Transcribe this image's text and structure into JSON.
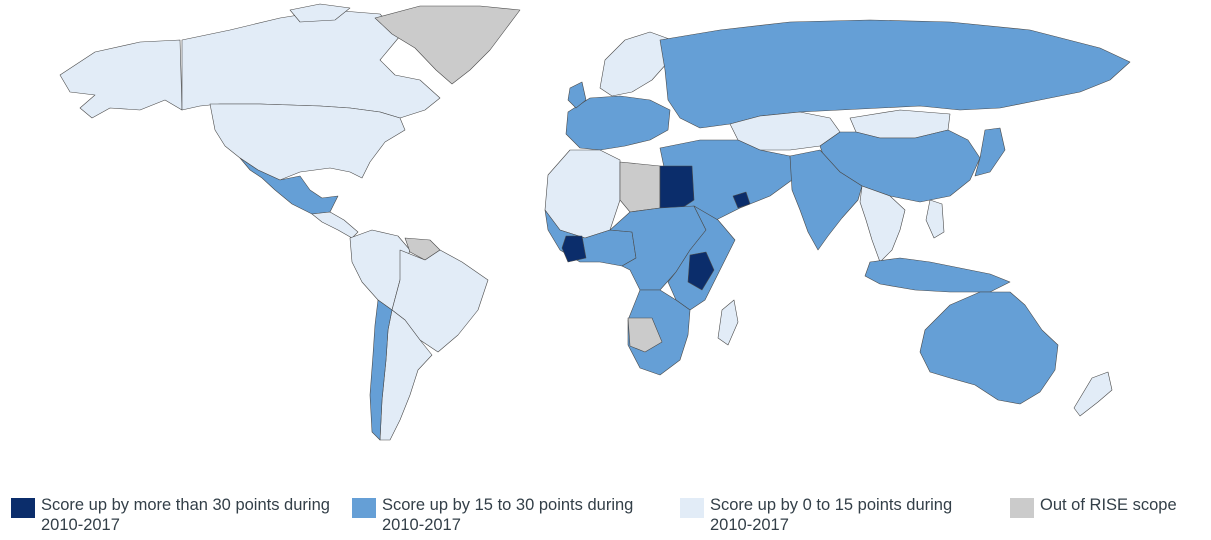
{
  "colors": {
    "high": "#0b2d6b",
    "mid": "#659fd6",
    "low": "#e2ecf7",
    "out": "#cbcbcb",
    "border": "#4a4a4a",
    "water": "#ffffff"
  },
  "legend": [
    {
      "key": "high",
      "text": "Score up by more than 30 points during 2010-2017"
    },
    {
      "key": "mid",
      "text": "Score up by 15 to 30 points during 2010-2017"
    },
    {
      "key": "low",
      "text": "Score up by 0 to 15 points during 2010-2017"
    },
    {
      "key": "out",
      "text": "Out of RISE scope"
    }
  ],
  "regions": [
    {
      "name": "alaska",
      "category": "low"
    },
    {
      "name": "canada",
      "category": "low"
    },
    {
      "name": "united-states",
      "category": "low"
    },
    {
      "name": "mexico",
      "category": "mid"
    },
    {
      "name": "central-america",
      "category": "low"
    },
    {
      "name": "greenland",
      "category": "out"
    },
    {
      "name": "brazil",
      "category": "low"
    },
    {
      "name": "andean-south-america",
      "category": "low"
    },
    {
      "name": "chile",
      "category": "mid"
    },
    {
      "name": "argentina",
      "category": "low"
    },
    {
      "name": "guianas",
      "category": "out"
    },
    {
      "name": "western-europe",
      "category": "mid"
    },
    {
      "name": "scandinavia",
      "category": "low"
    },
    {
      "name": "russia",
      "category": "mid"
    },
    {
      "name": "kazakhstan",
      "category": "low"
    },
    {
      "name": "mongolia",
      "category": "low"
    },
    {
      "name": "china",
      "category": "mid"
    },
    {
      "name": "middle-east",
      "category": "mid"
    },
    {
      "name": "south-asia",
      "category": "mid"
    },
    {
      "name": "southeast-asia",
      "category": "low"
    },
    {
      "name": "japan",
      "category": "mid"
    },
    {
      "name": "indonesia",
      "category": "mid"
    },
    {
      "name": "australia",
      "category": "mid"
    },
    {
      "name": "new-zealand",
      "category": "low"
    },
    {
      "name": "north-africa",
      "category": "low"
    },
    {
      "name": "libya",
      "category": "out"
    },
    {
      "name": "egypt",
      "category": "high"
    },
    {
      "name": "west-africa",
      "category": "mid"
    },
    {
      "name": "cote-divoire",
      "category": "high"
    },
    {
      "name": "central-africa",
      "category": "mid"
    },
    {
      "name": "kenya",
      "category": "high"
    },
    {
      "name": "east-africa",
      "category": "mid"
    },
    {
      "name": "southern-africa",
      "category": "mid"
    },
    {
      "name": "namibia-botswana",
      "category": "out"
    },
    {
      "name": "madagascar",
      "category": "low"
    },
    {
      "name": "uae",
      "category": "high"
    }
  ]
}
